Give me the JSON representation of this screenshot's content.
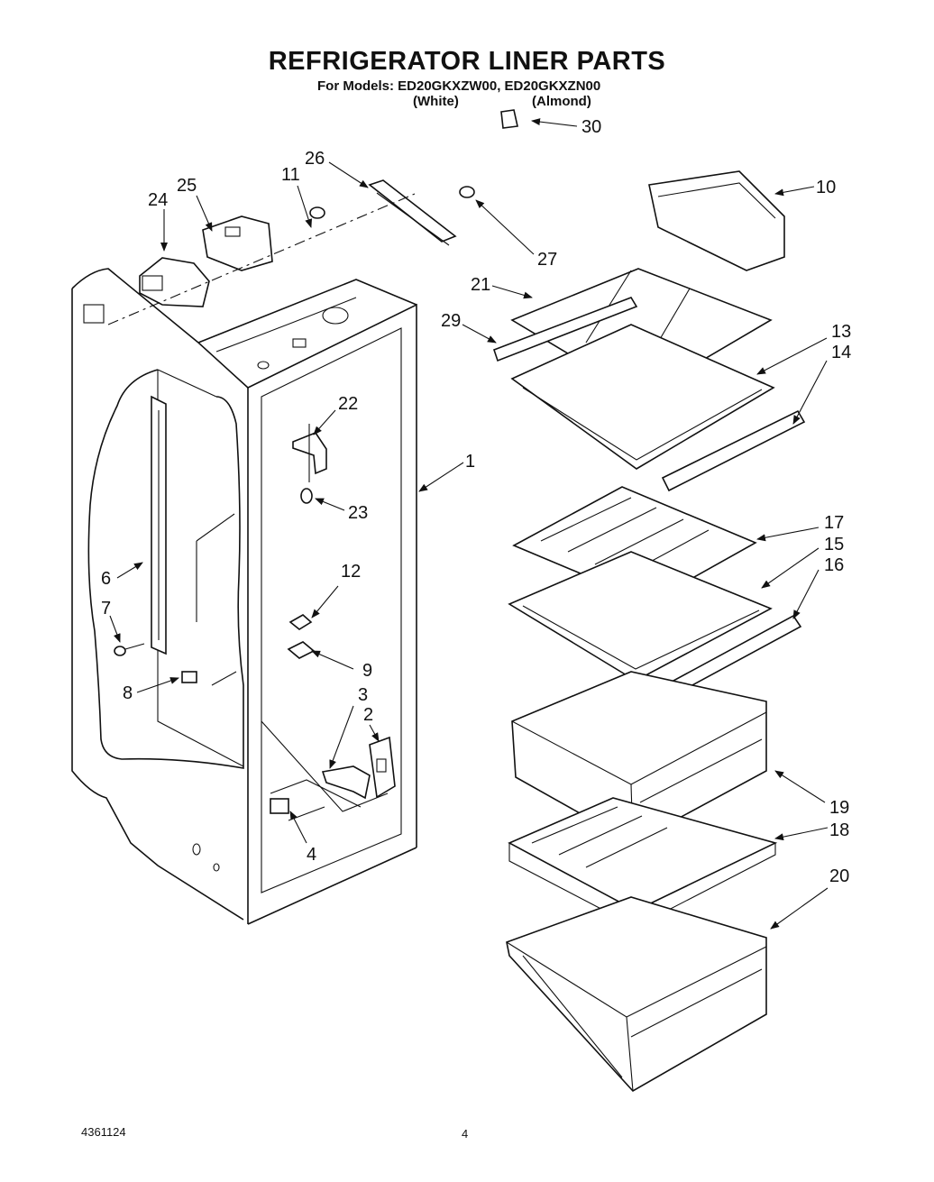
{
  "header": {
    "title": "REFRIGERATOR LINER PARTS",
    "models": "For Models: ED20GKXZW00, ED20GKXZN00",
    "color_white": "(White)",
    "color_almond": "(Almond)"
  },
  "footer": {
    "doc_number": "4361124",
    "page": "4"
  },
  "callouts": {
    "c1": "1",
    "c2": "2",
    "c3": "3",
    "c4": "4",
    "c6": "6",
    "c7": "7",
    "c8": "8",
    "c9": "9",
    "c10": "10",
    "c11": "11",
    "c12": "12",
    "c13": "13",
    "c14": "14",
    "c15": "15",
    "c16": "16",
    "c17": "17",
    "c18": "18",
    "c19": "19",
    "c20": "20",
    "c21": "21",
    "c22": "22",
    "c23": "23",
    "c24": "24",
    "c25": "25",
    "c26": "26",
    "c27": "27",
    "c29": "29",
    "c30": "30"
  }
}
